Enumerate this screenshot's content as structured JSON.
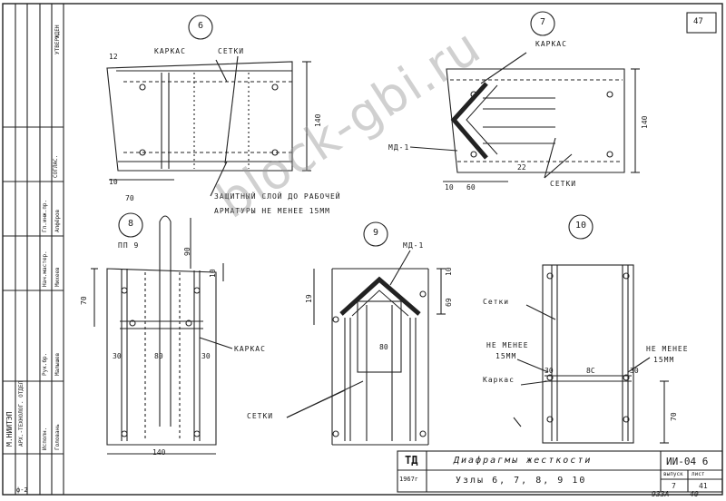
{
  "page_number": "47",
  "watermark": "block-gbi.ru",
  "nodes": [
    "6",
    "7",
    "8",
    "9",
    "10"
  ],
  "labels": {
    "karkas": "КАРКАС",
    "karkas_lower": "Каркас",
    "setki": "СЕТКИ",
    "setki_lower": "Сетки",
    "protective_1": "ЗАЩИТНЫЙ СЛОЙ ДО РАБОЧЕЙ",
    "protective_2": "АРМАТУРЫ НЕ МЕНЕЕ 15ММ",
    "md1": "МД-1",
    "pp": "ПП 9",
    "not_less": "НЕ МЕНЕЕ",
    "mm15": "15ММ"
  },
  "dims": {
    "d140": "140",
    "d70": "70",
    "d10": "10",
    "d60": "60",
    "d22": "22",
    "d12": "12",
    "d90": "90",
    "d30": "30",
    "d80": "80",
    "d8c": "8С",
    "d69": "69",
    "d19": "19",
    "d10b": "10"
  },
  "title_block": {
    "code": "ТД",
    "year": "1967г",
    "title": "Диафрагмы жесткости",
    "subtitle": "Узлы 6, 7, 8, 9 10",
    "sheet_code": "ИИ-04 6",
    "issue_label": "выпуск",
    "sheet_label": "лист",
    "issue_value": "7",
    "sheet_value": "41",
    "bottom_left": "ф-2",
    "bottom_num": "933А",
    "bottom_num2": "40"
  },
  "side_stamp": {
    "org": "М.НИИТЭП",
    "dept": "АРХ.-ТЕХНОЛОГ. ОТДЕЛ",
    "approved": "УТВЕРЖДЕН",
    "agreed": "СОГЛАС.",
    "rows": [
      "Алфёров",
      "Михеев",
      "Малышев",
      "Головань"
    ],
    "roles": [
      "Гл.инж.пр.",
      "Нач.мастер.",
      "Рук.бр.",
      "Исполн."
    ]
  }
}
